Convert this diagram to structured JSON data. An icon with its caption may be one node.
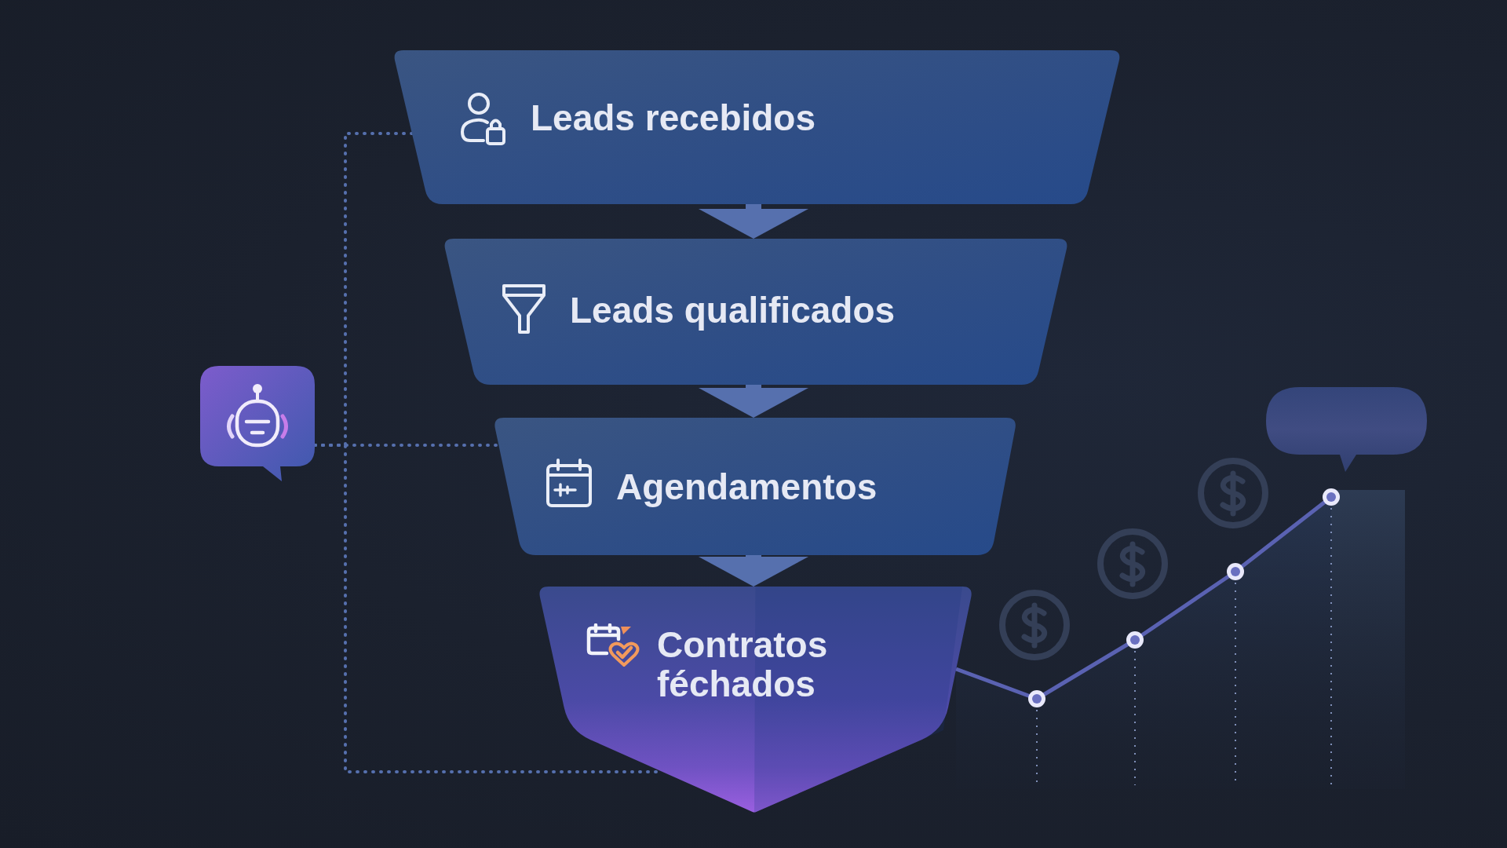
{
  "diagram": {
    "nodes": [
      {
        "text": [
          "Leads recebidos"
        ]
      },
      {
        "text": [
          "Leads qualificados"
        ]
      },
      {
        "text": [
          "Agendamentos"
        ]
      },
      {
        "text": [
          "Contratos féchados"
        ]
      },
      {
        "text": [],
        "shape": "picture"
      }
    ],
    "edges": [
      {
        "from": 0,
        "to": 1,
        "arrow": "to"
      },
      {
        "from": 1,
        "to": 2,
        "arrow": "to"
      },
      {
        "from": 2,
        "to": 3,
        "arrow": "to"
      },
      {
        "from": 4,
        "to": 0,
        "arrow": "none",
        "style": "dashed"
      },
      {
        "from": 4,
        "to": 2,
        "arrow": "none",
        "style": "dashed"
      },
      {
        "from": 4,
        "to": 3,
        "arrow": "none",
        "style": "dashed"
      }
    ]
  }
}
